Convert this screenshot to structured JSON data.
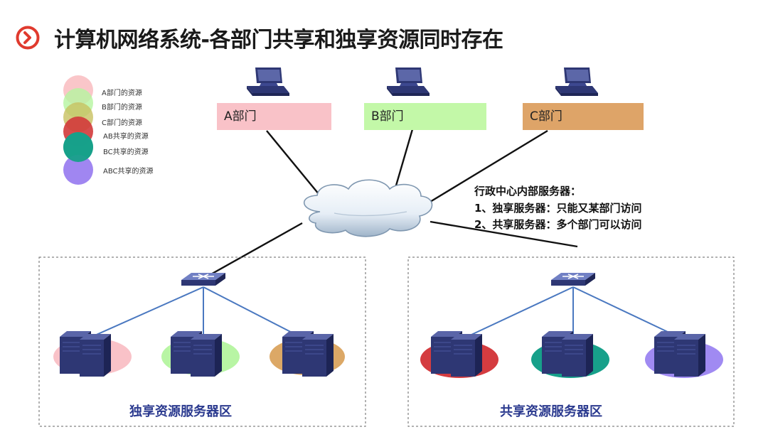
{
  "title": "计算机网络系统-各部门共享和独享资源同时存在",
  "legend": [
    {
      "label": "A部门的资源",
      "color": "#f9b8bc"
    },
    {
      "label": "B部门的资源",
      "color": "#b5f5a0"
    },
    {
      "label": "C部门的资源",
      "color": "#c8c060"
    },
    {
      "label": "AB共享的资源",
      "color": "#d23a3a"
    },
    {
      "label": "BC共享的资源",
      "color": "#17a08a"
    },
    {
      "label": "ABC共享的资源",
      "color": "#9b80f0"
    }
  ],
  "departments": [
    {
      "label": "A部门",
      "color": "#f9c2c8"
    },
    {
      "label": "B部门",
      "color": "#c3f8a8"
    },
    {
      "label": "C部门",
      "color": "#dea468"
    }
  ],
  "info": {
    "heading": "行政中心内部服务器：",
    "line1": "1、独享服务器：只能又某部门访问",
    "line2": "2、共享服务器：多个部门可以访问"
  },
  "zones": {
    "exclusive": {
      "label": "独享资源服务器区",
      "server_colors": [
        "#f9c2c8",
        "#b8f5a4",
        "#dca866"
      ]
    },
    "shared": {
      "label": "共享资源服务器区",
      "server_colors": [
        "#d43c40",
        "#17a08a",
        "#a08af2"
      ]
    }
  },
  "colors": {
    "accent": "#e03a2e",
    "server": "#2e3774",
    "switch": "#3b4585",
    "link": "#4a78c0"
  }
}
